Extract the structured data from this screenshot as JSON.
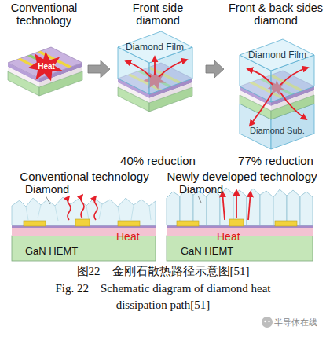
{
  "diagram": {
    "caption": "图22　金刚石散热路径示意图[51]",
    "nodes": [
      {
        "text": [
          "Conventional technology",
          "Heat"
        ]
      },
      {
        "text": [
          "Front side diamond",
          "Diamond Film",
          "40% reduction"
        ]
      },
      {
        "text": [
          "Front & back sides diamond",
          "Diamond Film",
          "Diamond Sub.",
          "77% reduction"
        ]
      },
      {
        "text": [
          "Conventional technology",
          "Diamond",
          "GaN HEMT",
          "Heat"
        ]
      },
      {
        "text": [
          "Newly developed technology",
          "Diamond",
          "GaN HEMT",
          "Heat"
        ]
      }
    ],
    "edges": [
      {
        "from": 0,
        "to": 1,
        "arrow": "to"
      },
      {
        "from": 1,
        "to": 2,
        "arrow": "to"
      }
    ],
    "labels": [
      "Fig. 22　Schematic diagram of diamond heat dissipation path[51]",
      "半导体在线"
    ]
  }
}
